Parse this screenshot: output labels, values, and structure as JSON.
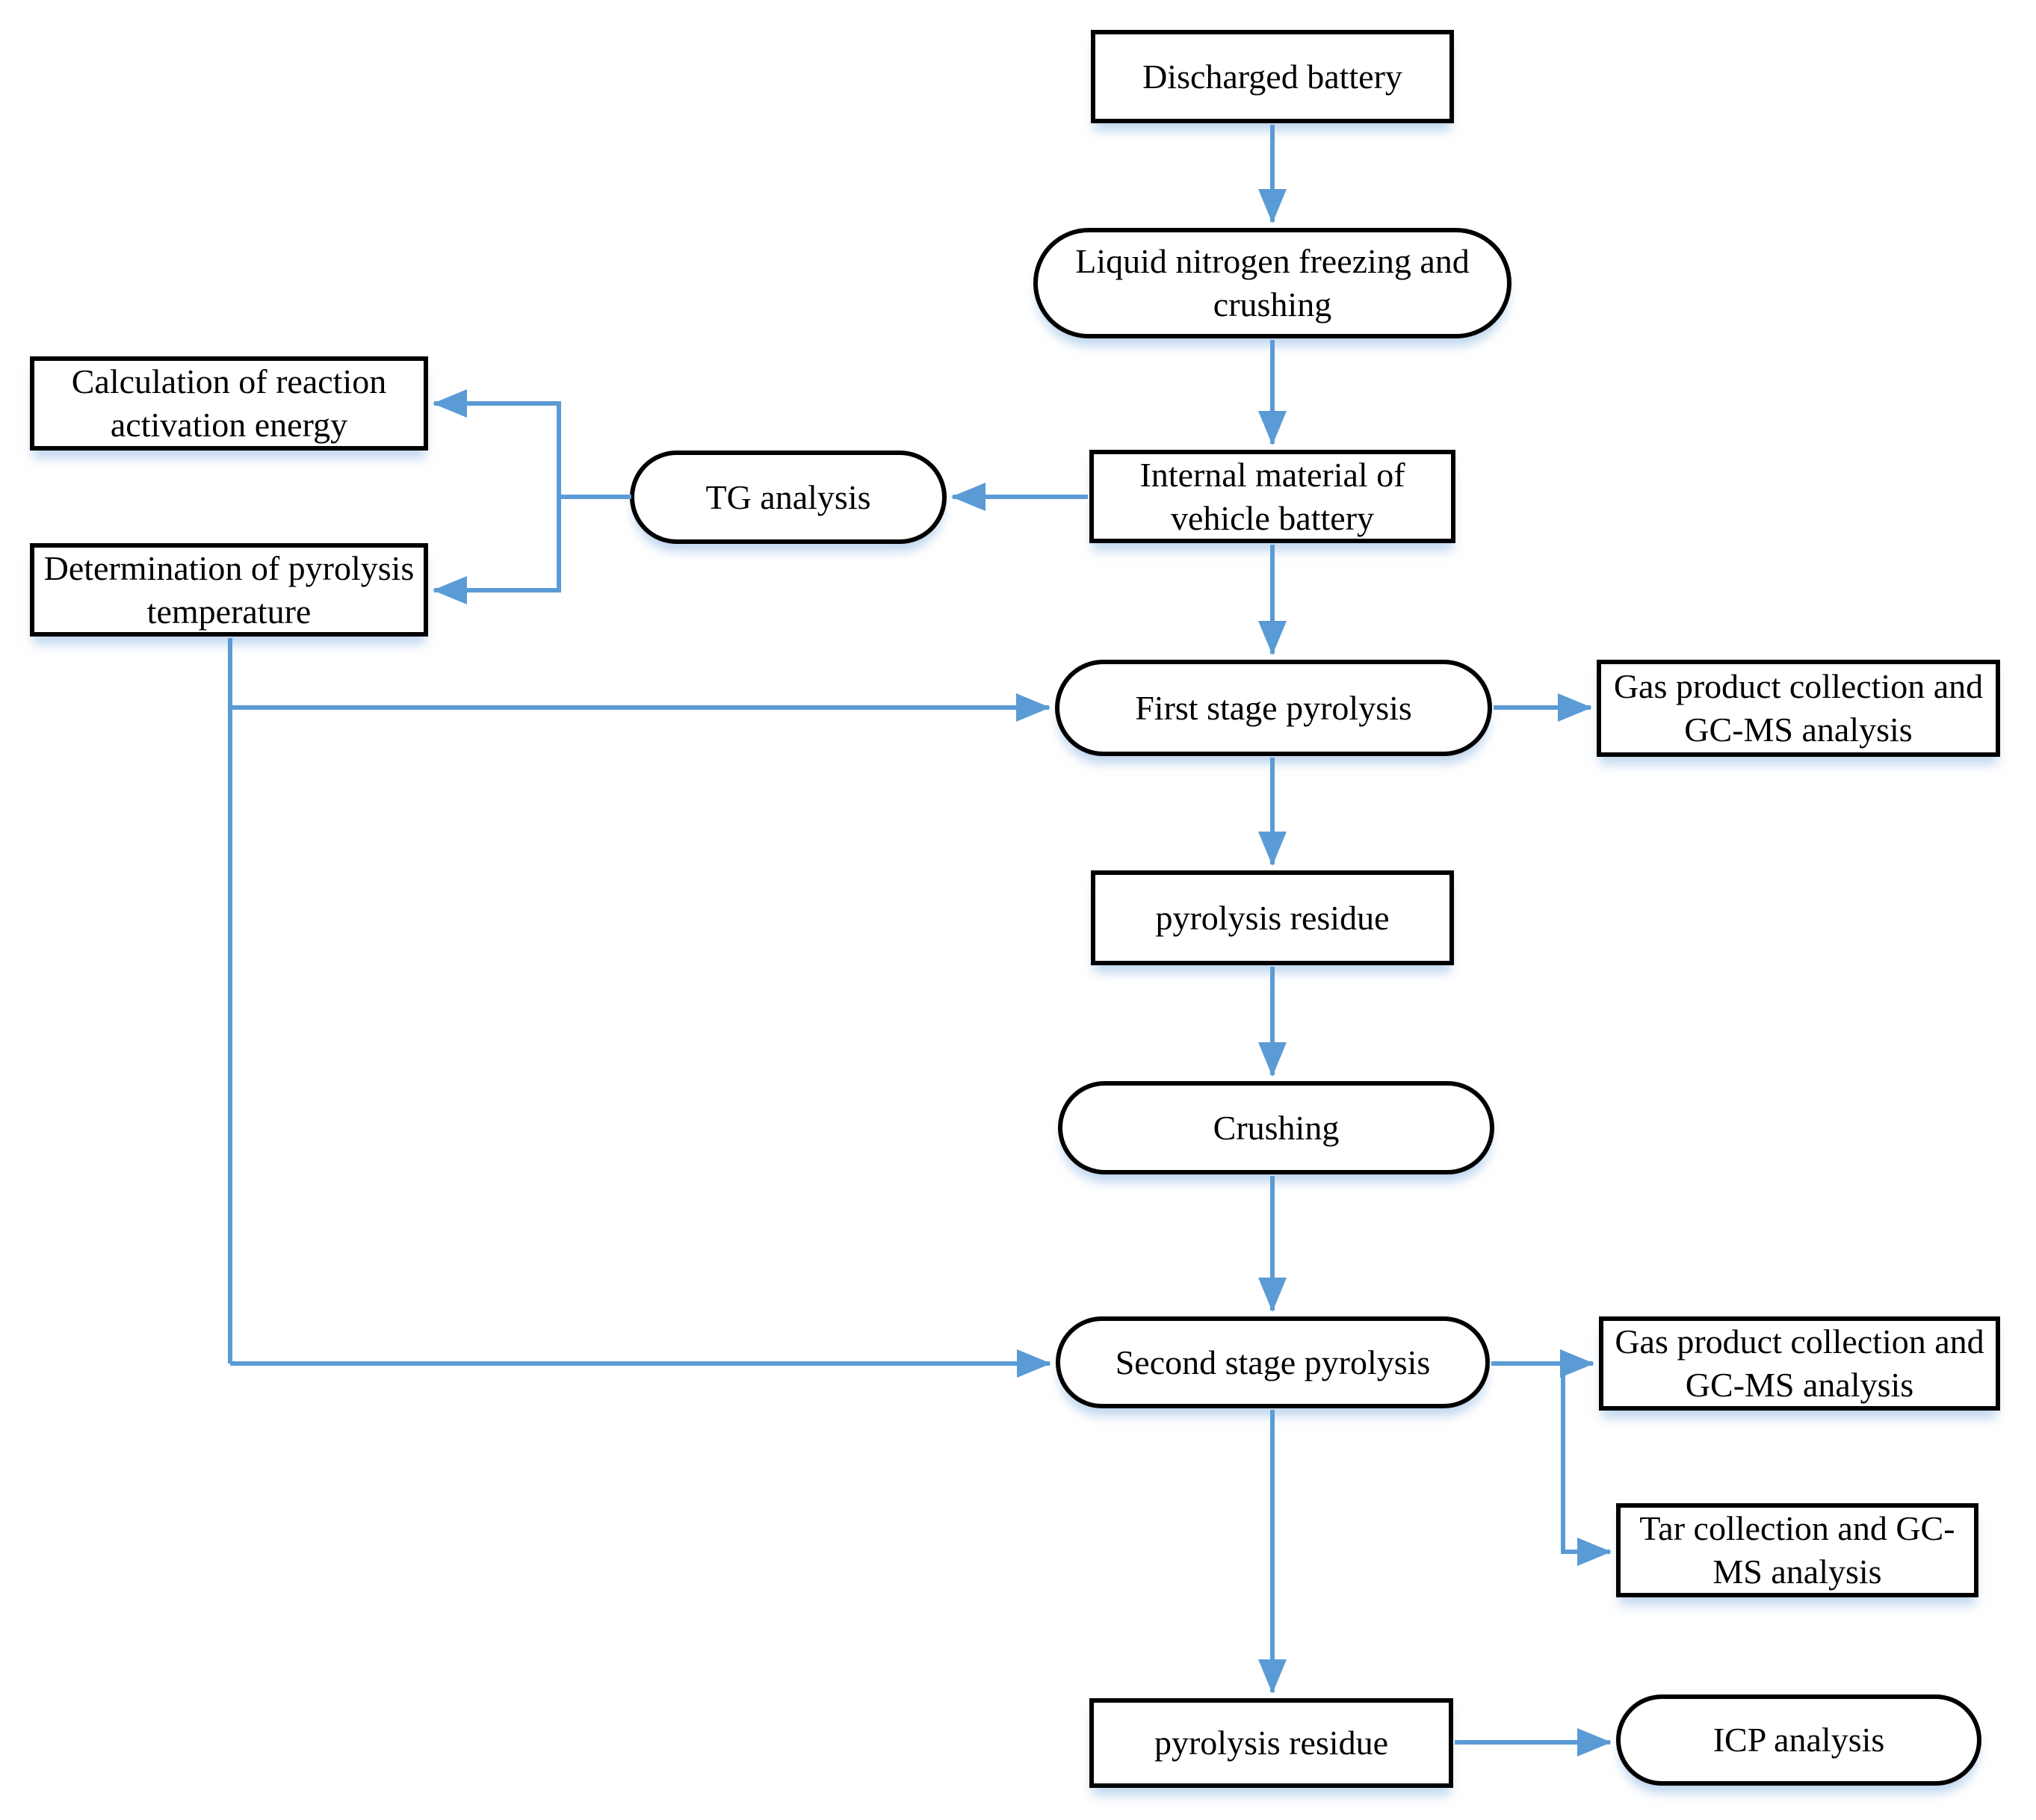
{
  "diagram": {
    "type": "flowchart",
    "colors": {
      "arrow": "#5B9BD5",
      "node_border": "#000000",
      "node_fill": "#FFFFFF",
      "node_shadow": "#8DB4E2",
      "text": "#000000",
      "background": "#FFFFFF"
    },
    "nodes": {
      "discharged_battery": {
        "label": "Discharged battery",
        "shape": "rectangle"
      },
      "liquid_nitrogen": {
        "label": "Liquid nitrogen freezing and crushing",
        "shape": "stadium"
      },
      "calculation": {
        "label": "Calculation of reaction activation energy",
        "shape": "rectangle"
      },
      "tg_analysis": {
        "label": "TG analysis",
        "shape": "stadium"
      },
      "internal_material": {
        "label": "Internal material of vehicle battery",
        "shape": "rectangle"
      },
      "determination": {
        "label": "Determination of pyrolysis temperature",
        "shape": "rectangle"
      },
      "first_stage": {
        "label": "First stage pyrolysis",
        "shape": "stadium"
      },
      "gas_product_1": {
        "label": "Gas product collection and GC-MS analysis",
        "shape": "rectangle"
      },
      "pyrolysis_residue_1": {
        "label": "pyrolysis residue",
        "shape": "rectangle"
      },
      "crushing": {
        "label": "Crushing",
        "shape": "stadium"
      },
      "second_stage": {
        "label": "Second stage pyrolysis",
        "shape": "stadium"
      },
      "gas_product_2": {
        "label": "Gas product collection and GC-MS analysis",
        "shape": "rectangle"
      },
      "tar_collection": {
        "label": "Tar collection and GC-MS analysis",
        "shape": "rectangle"
      },
      "pyrolysis_residue_2": {
        "label": "pyrolysis residue",
        "shape": "rectangle"
      },
      "icp_analysis": {
        "label": "ICP analysis",
        "shape": "stadium"
      }
    },
    "edges": [
      {
        "from": "discharged_battery",
        "to": "liquid_nitrogen"
      },
      {
        "from": "liquid_nitrogen",
        "to": "internal_material"
      },
      {
        "from": "internal_material",
        "to": "tg_analysis"
      },
      {
        "from": "tg_analysis",
        "to": "calculation"
      },
      {
        "from": "tg_analysis",
        "to": "determination"
      },
      {
        "from": "internal_material",
        "to": "first_stage"
      },
      {
        "from": "first_stage",
        "to": "gas_product_1"
      },
      {
        "from": "first_stage",
        "to": "pyrolysis_residue_1"
      },
      {
        "from": "pyrolysis_residue_1",
        "to": "crushing"
      },
      {
        "from": "crushing",
        "to": "second_stage"
      },
      {
        "from": "determination",
        "to": "first_stage"
      },
      {
        "from": "determination",
        "to": "second_stage"
      },
      {
        "from": "second_stage",
        "to": "gas_product_2"
      },
      {
        "from": "second_stage",
        "to": "tar_collection"
      },
      {
        "from": "second_stage",
        "to": "pyrolysis_residue_2"
      },
      {
        "from": "pyrolysis_residue_2",
        "to": "icp_analysis"
      }
    ]
  }
}
